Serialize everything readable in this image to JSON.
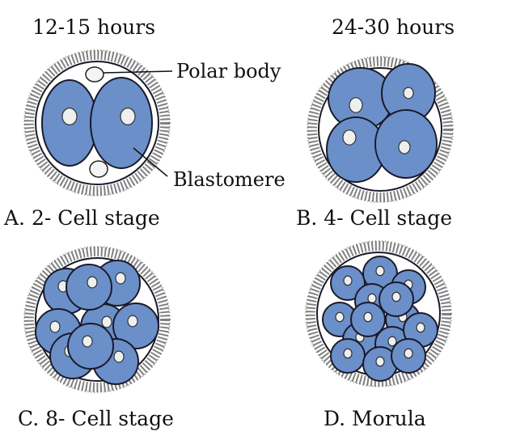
{
  "colors": {
    "cell": "#6b8fc9",
    "outline": "#1a1a2a",
    "zona": "#555555"
  },
  "time_labels": {
    "a": "12-15 hours",
    "b": "24-30 hours"
  },
  "callouts": {
    "polar_body": "Polar body",
    "blastomere": "Blastomere"
  },
  "stages": {
    "a": "A. 2- Cell stage",
    "b": "B. 4- Cell stage",
    "c": "C. 8- Cell stage",
    "d": "D. Morula"
  }
}
